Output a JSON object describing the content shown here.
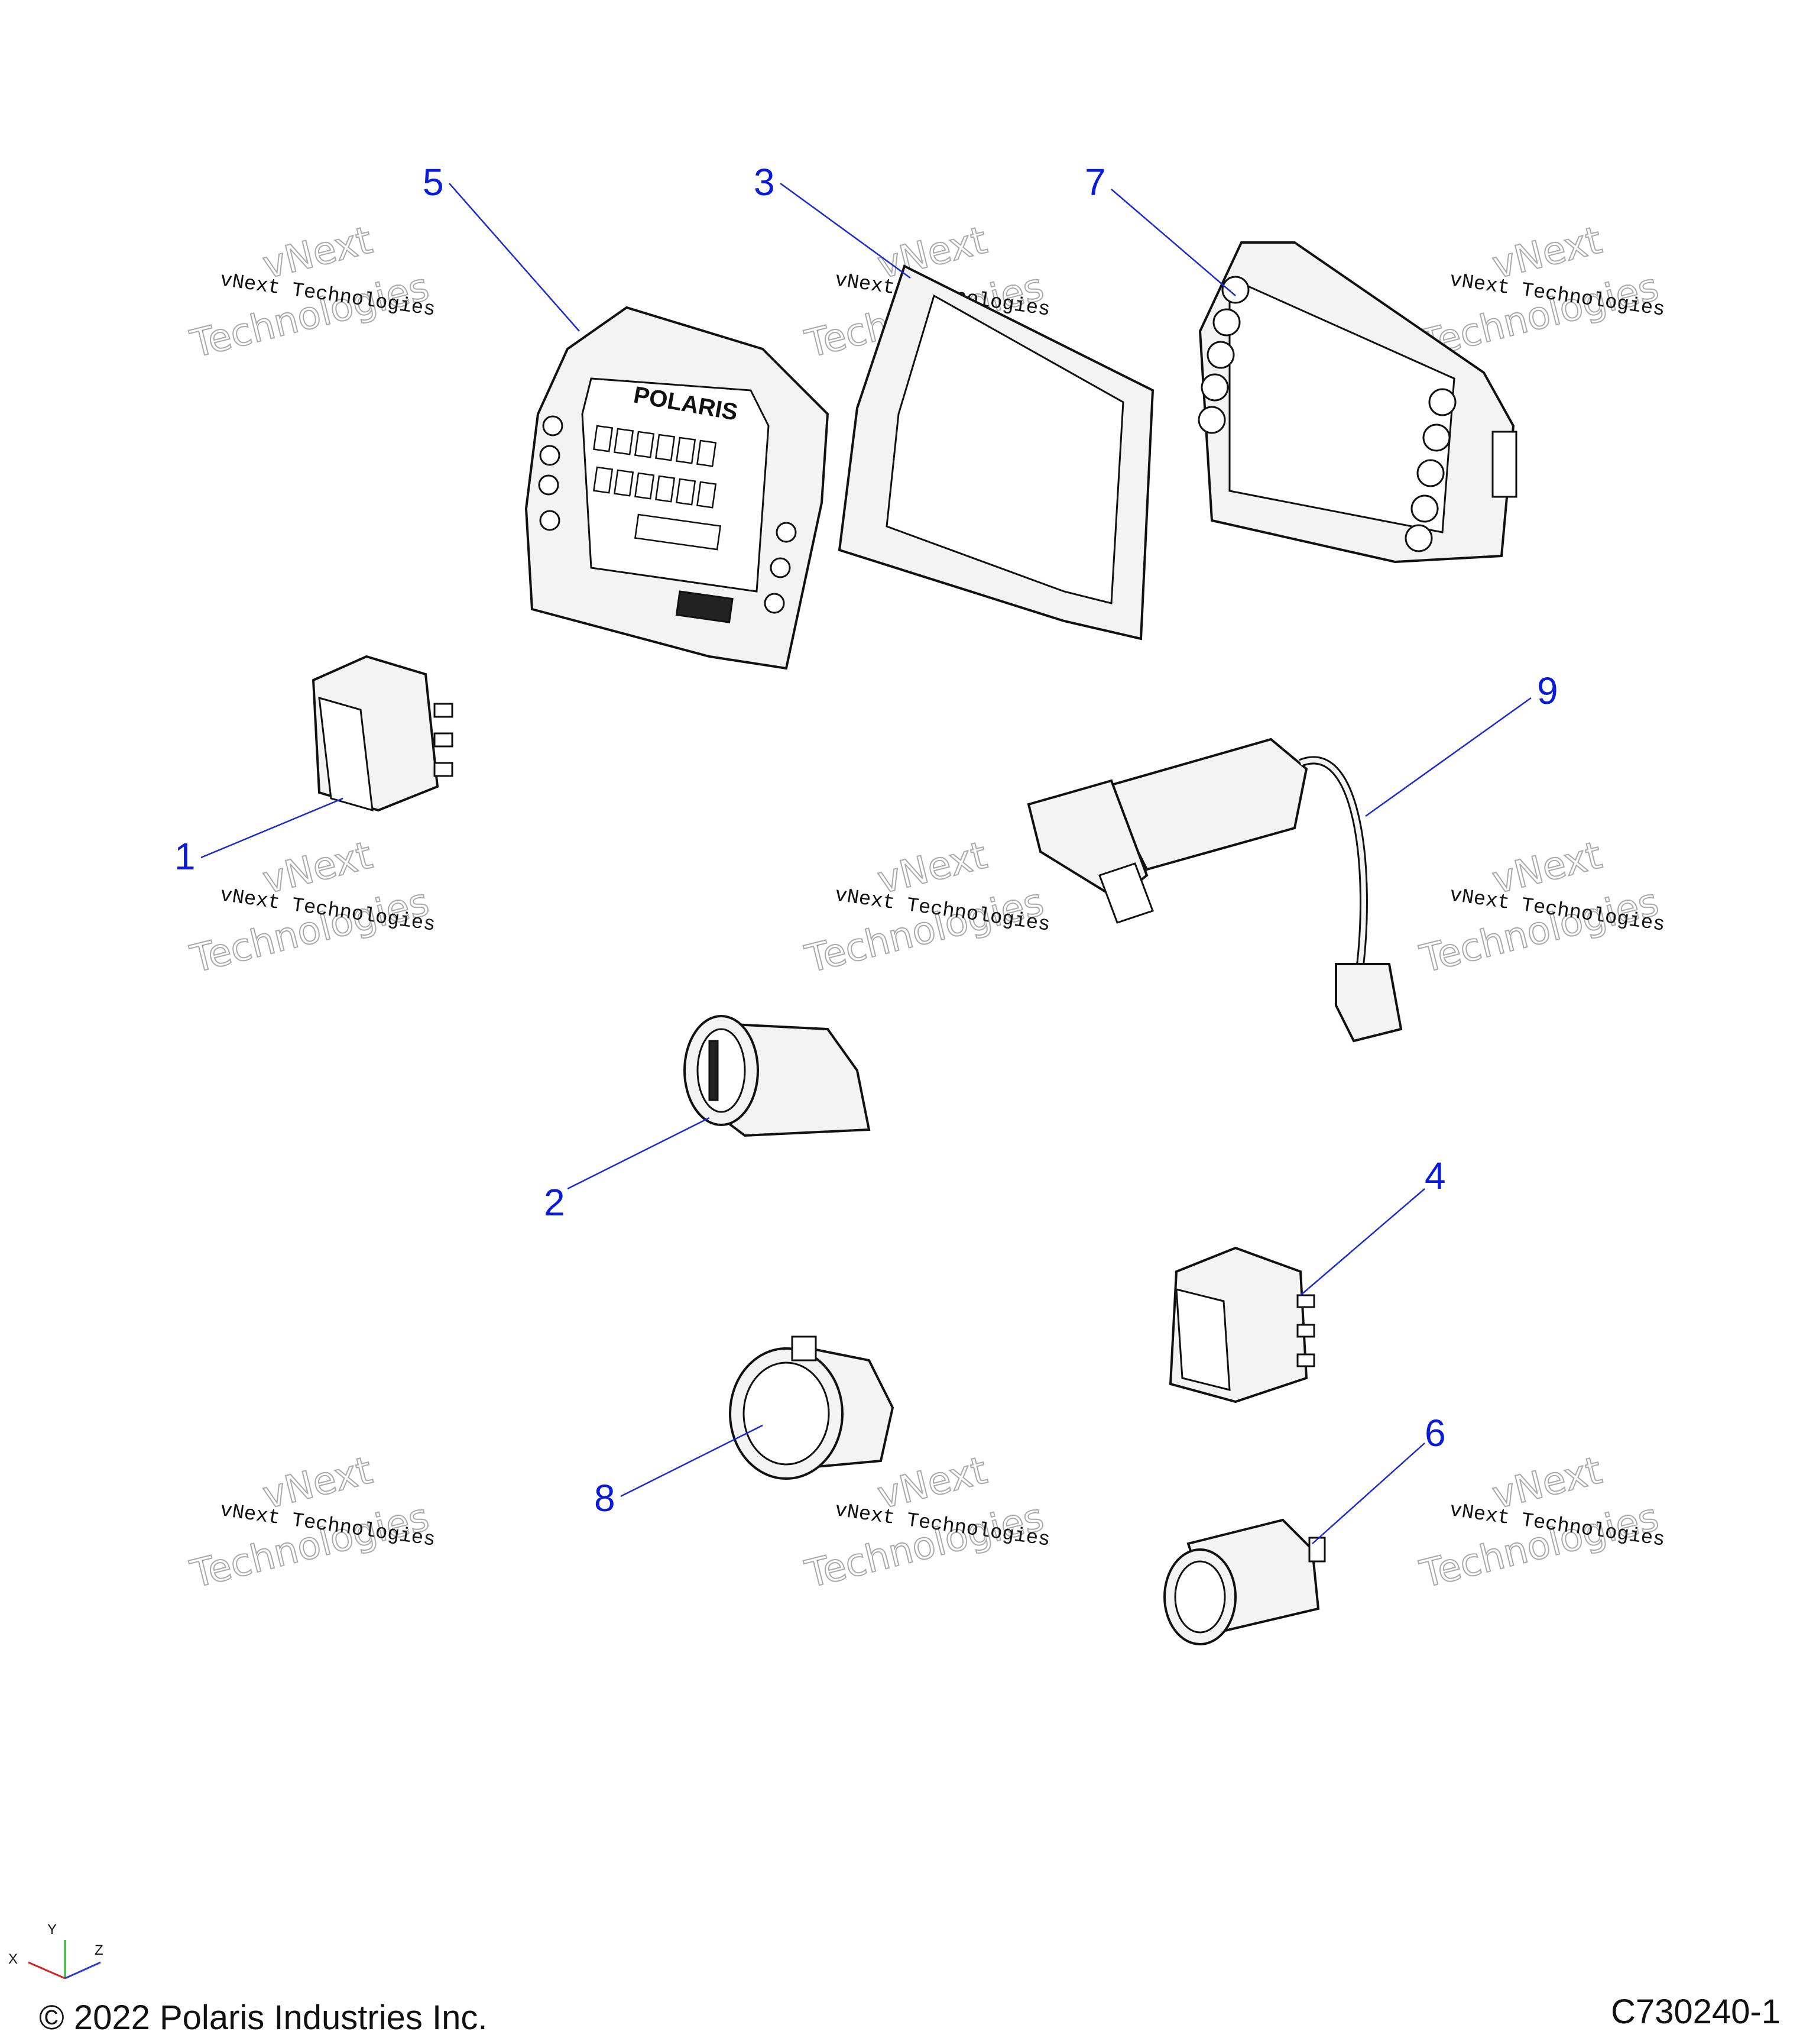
{
  "callouts": [
    {
      "id": "1",
      "label": "1"
    },
    {
      "id": "2",
      "label": "2"
    },
    {
      "id": "3",
      "label": "3"
    },
    {
      "id": "4",
      "label": "4"
    },
    {
      "id": "5",
      "label": "5"
    },
    {
      "id": "6",
      "label": "6"
    },
    {
      "id": "7",
      "label": "7"
    },
    {
      "id": "8",
      "label": "8"
    },
    {
      "id": "9",
      "label": "9"
    }
  ],
  "watermark": {
    "line": "vNext Technologies",
    "big_top": "vNext",
    "big_bottom": "Technologies"
  },
  "brand_label": "POLARIS",
  "axes": {
    "x": "X",
    "y": "Y",
    "z": "Z"
  },
  "footer": {
    "copyright": "© 2022 Polaris Industries Inc.",
    "code": "C730240-1"
  },
  "colors": {
    "callout": "#0a1ad6",
    "line": "#111111"
  }
}
